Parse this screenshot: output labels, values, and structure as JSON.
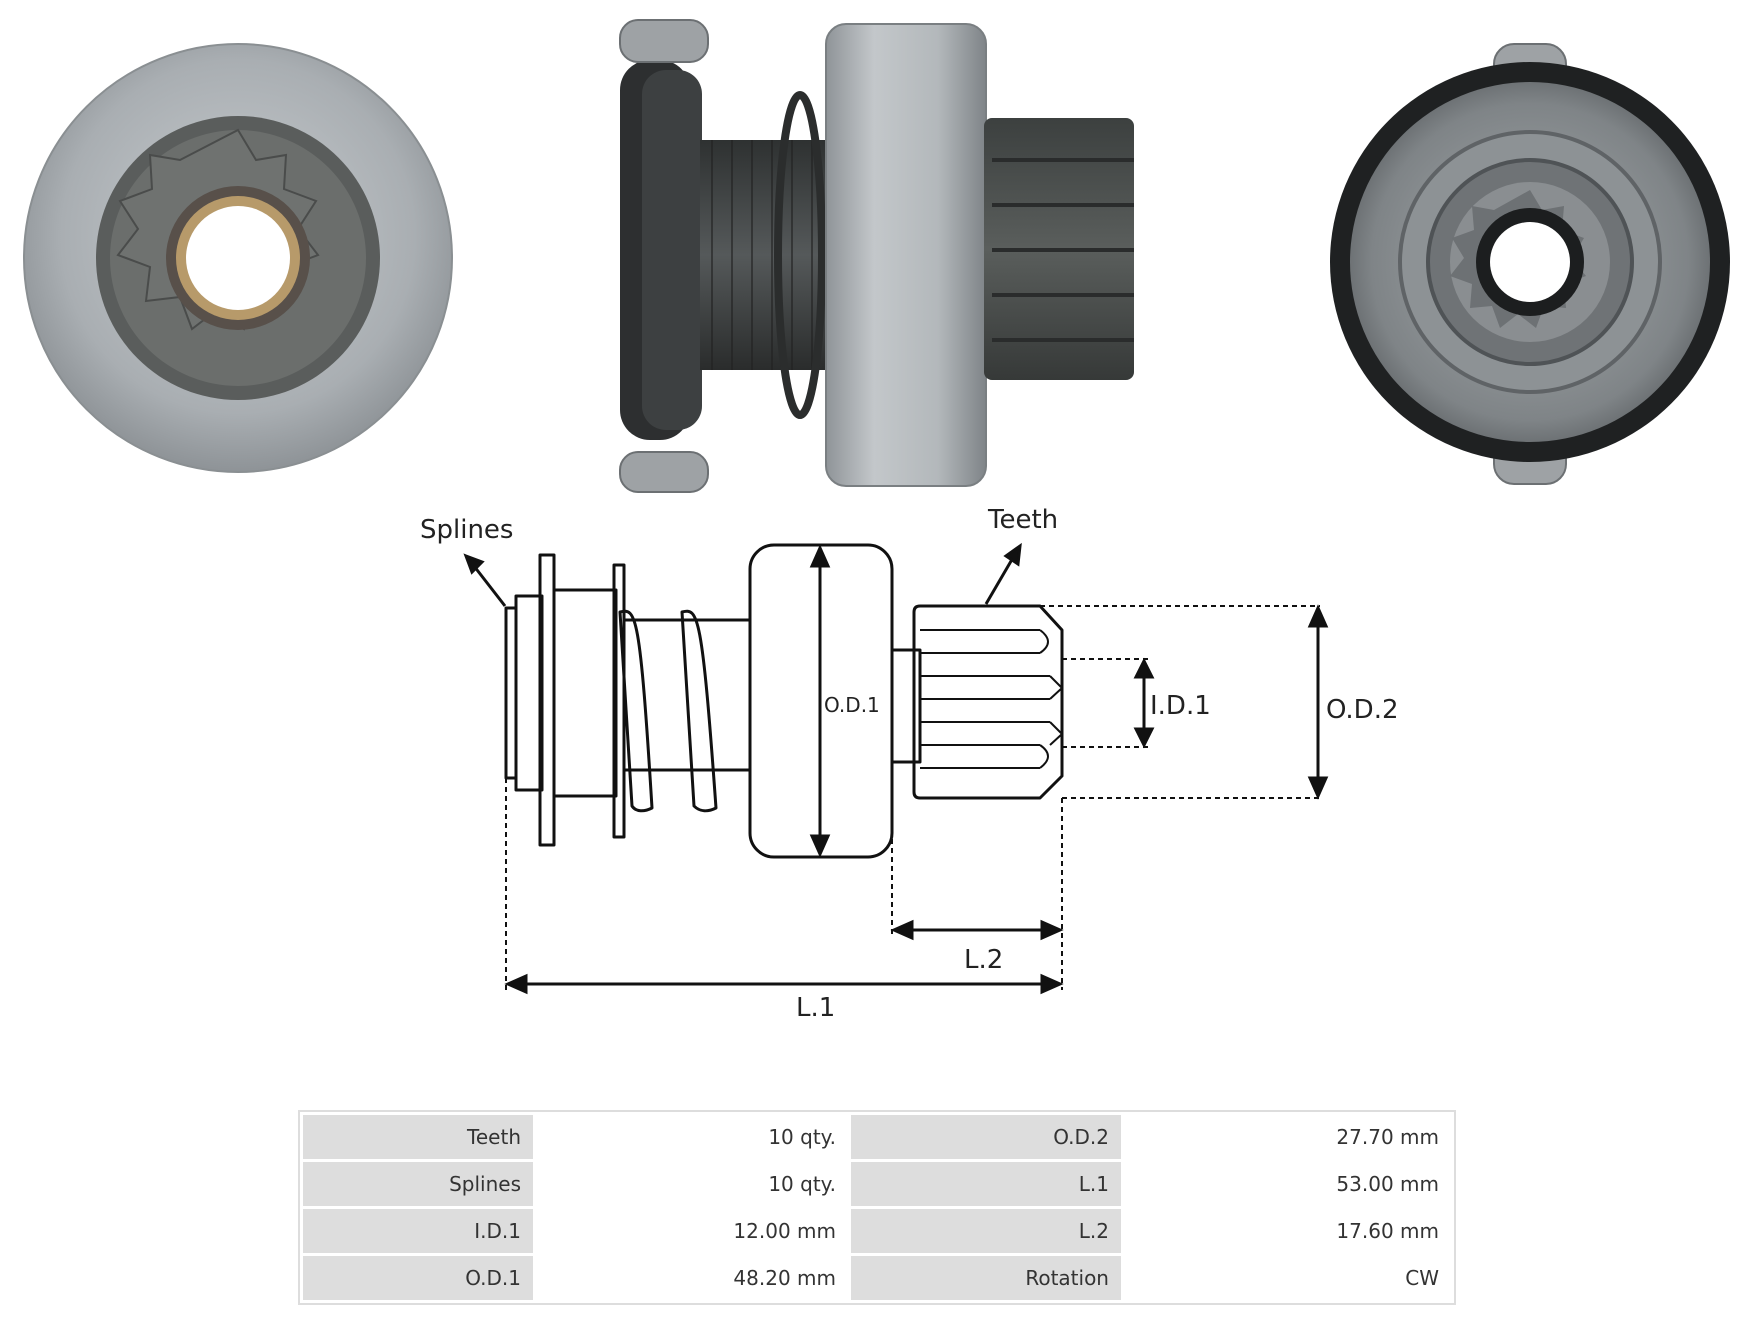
{
  "diagram": {
    "labels": {
      "splines": "Splines",
      "teeth": "Teeth",
      "od1": "O.D.1",
      "id1": "I.D.1",
      "od2": "O.D.2",
      "l1": "L.1",
      "l2": "L.2"
    }
  },
  "specs": {
    "rows": [
      {
        "k1": "Teeth",
        "v1": "10 qty.",
        "k2": "O.D.2",
        "v2": "27.70 mm"
      },
      {
        "k1": "Splines",
        "v1": "10 qty.",
        "k2": "L.1",
        "v2": "53.00 mm"
      },
      {
        "k1": "I.D.1",
        "v1": "12.00 mm",
        "k2": "L.2",
        "v2": "17.60 mm"
      },
      {
        "k1": "O.D.1",
        "v1": "48.20 mm",
        "k2": "Rotation",
        "v2": "CW"
      }
    ]
  }
}
